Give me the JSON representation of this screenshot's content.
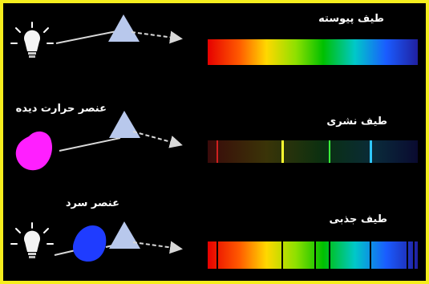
{
  "labels": {
    "continuous_spectrum": "طیف پیوسته",
    "emission_spectrum": "طیف نشری",
    "absorption_spectrum": "طیف جذبی",
    "hot_element": "عنصر حرارت دیده",
    "cold_element": "عنصر سرد"
  },
  "colors": {
    "frame_border": "#f5ee1e",
    "background": "#000000",
    "prism": "#b8c8ec",
    "hot_element": "#ff1fff",
    "cold_element": "#1f3cff",
    "ray": "#d8d8d8"
  },
  "icons": [
    "light-bulb-icon",
    "prism-icon",
    "hot-element-blob-icon",
    "cold-element-blob-icon"
  ]
}
